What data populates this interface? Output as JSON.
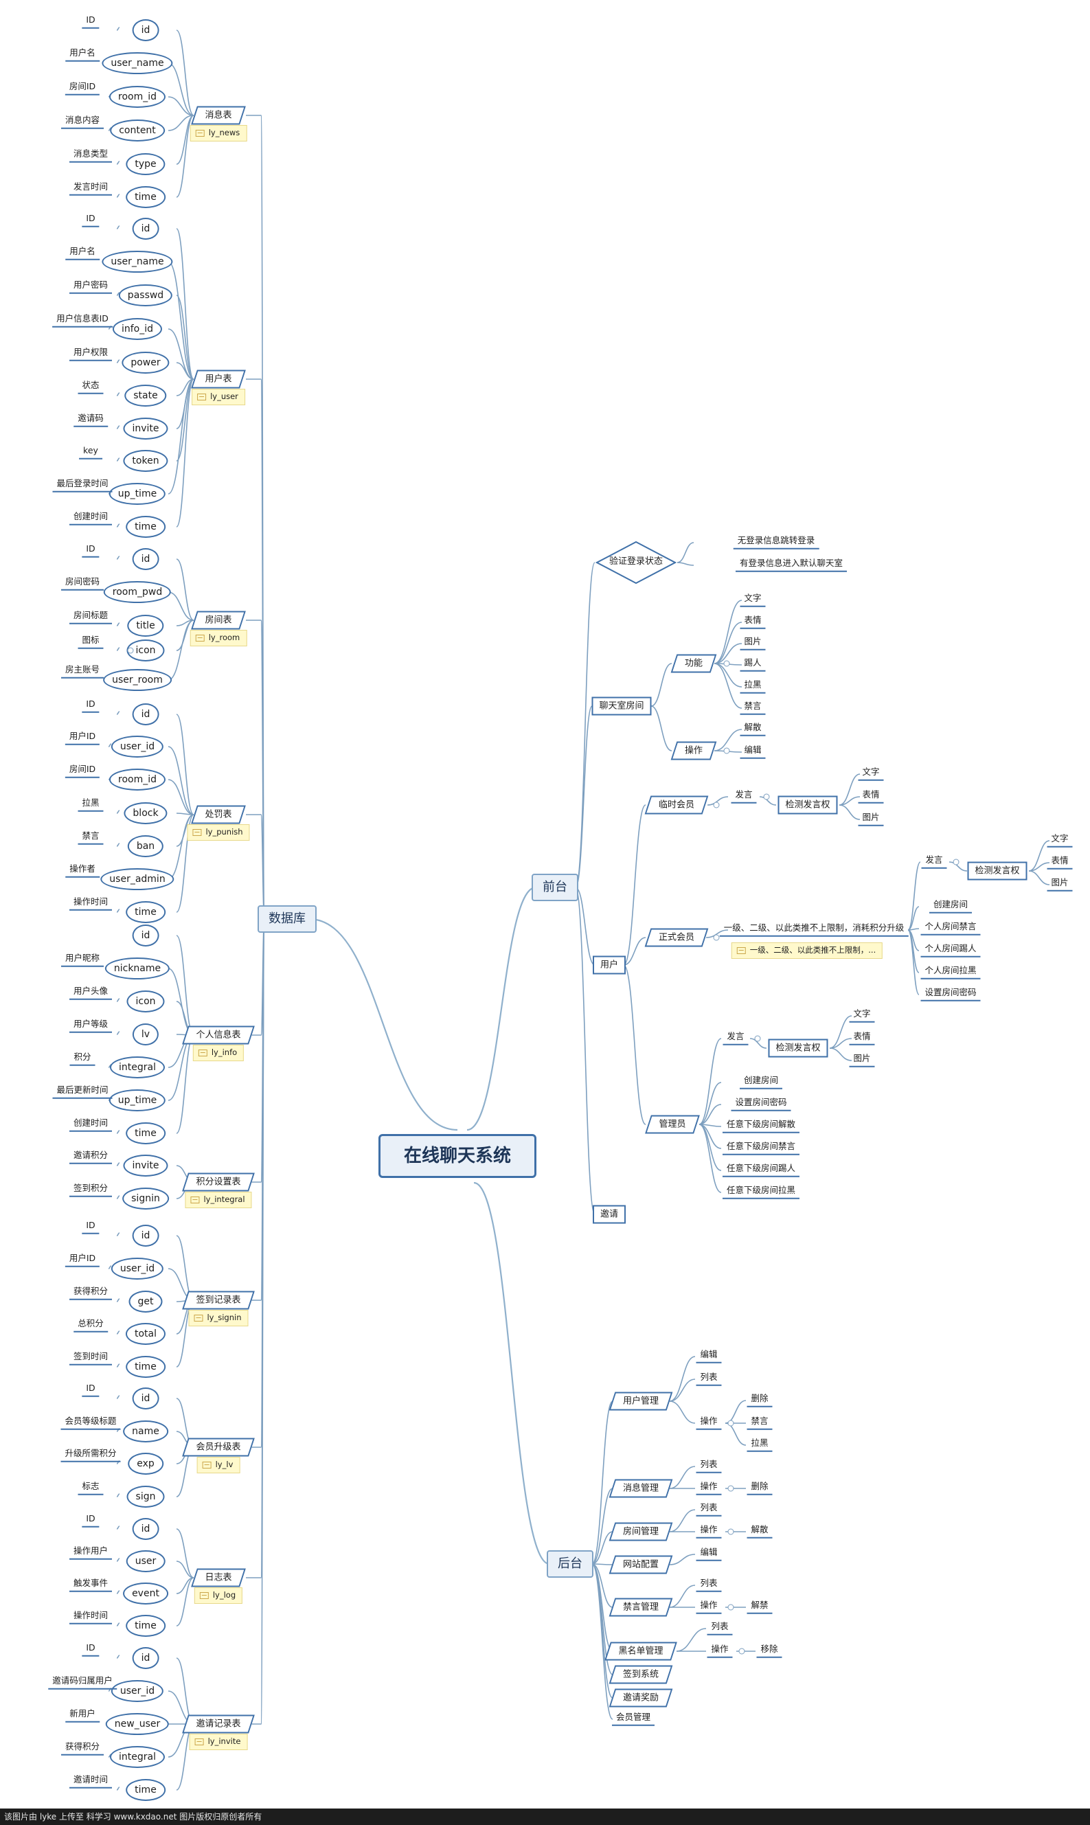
{
  "root": {
    "label": "在线聊天系统"
  },
  "branches": {
    "database": "数据库",
    "frontend": "前台",
    "backend": "后台"
  },
  "tables": [
    {
      "name": "消息表",
      "table": "ly_news",
      "fields": [
        [
          "ID",
          "id"
        ],
        [
          "用户名",
          "user_name"
        ],
        [
          "房间ID",
          "room_id"
        ],
        [
          "消息内容",
          "content"
        ],
        [
          "消息类型",
          "type"
        ],
        [
          "发言时间",
          "time"
        ]
      ]
    },
    {
      "name": "用户表",
      "table": "ly_user",
      "fields": [
        [
          "ID",
          "id"
        ],
        [
          "用户名",
          "user_name"
        ],
        [
          "用户密码",
          "passwd"
        ],
        [
          "用户信息表ID",
          "info_id"
        ],
        [
          "用户权限",
          "power"
        ],
        [
          "状态",
          "state"
        ],
        [
          "邀请码",
          "invite"
        ],
        [
          "key",
          "token"
        ],
        [
          "最后登录时间",
          "up_time"
        ],
        [
          "创建时间",
          "time"
        ]
      ]
    },
    {
      "name": "房间表",
      "table": "ly_room",
      "fields": [
        [
          "ID",
          "id"
        ],
        [
          "房间密码",
          "room_pwd"
        ],
        [
          "房间标题",
          "title"
        ],
        [
          "图标",
          "icon"
        ],
        [
          "房主账号",
          "user_room"
        ]
      ]
    },
    {
      "name": "处罚表",
      "table": "ly_punish",
      "fields": [
        [
          "ID",
          "id"
        ],
        [
          "用户ID",
          "user_id"
        ],
        [
          "房间ID",
          "room_id"
        ],
        [
          "拉黑",
          "block"
        ],
        [
          "禁言",
          "ban"
        ],
        [
          "操作者",
          "user_admin"
        ],
        [
          "操作时间",
          "time"
        ]
      ]
    },
    {
      "name": "个人信息表",
      "table": "ly_info",
      "fields": [
        [
          "",
          "id"
        ],
        [
          "用户昵称",
          "nickname"
        ],
        [
          "用户头像",
          "icon"
        ],
        [
          "用户等级",
          "lv"
        ],
        [
          "积分",
          "integral"
        ],
        [
          "最后更新时间",
          "up_time"
        ],
        [
          "创建时间",
          "time"
        ]
      ]
    },
    {
      "name": "积分设置表",
      "table": "ly_integral",
      "fields": [
        [
          "邀请积分",
          "invite"
        ],
        [
          "签到积分",
          "signin"
        ]
      ]
    },
    {
      "name": "签到记录表",
      "table": "ly_signin",
      "fields": [
        [
          "ID",
          "id"
        ],
        [
          "用户ID",
          "user_id"
        ],
        [
          "获得积分",
          "get"
        ],
        [
          "总积分",
          "total"
        ],
        [
          "签到时间",
          "time"
        ]
      ]
    },
    {
      "name": "会员升级表",
      "table": "ly_lv",
      "fields": [
        [
          "ID",
          "id"
        ],
        [
          "会员等级标题",
          "name"
        ],
        [
          "升级所需积分",
          "exp"
        ],
        [
          "标志",
          "sign"
        ]
      ]
    },
    {
      "name": "日志表",
      "table": "ly_log",
      "fields": [
        [
          "ID",
          "id"
        ],
        [
          "操作用户",
          "user"
        ],
        [
          "触发事件",
          "event"
        ],
        [
          "操作时间",
          "time"
        ]
      ]
    },
    {
      "name": "邀请记录表",
      "table": "ly_invite",
      "fields": [
        [
          "ID",
          "id"
        ],
        [
          "邀请码归属用户",
          "user_id"
        ],
        [
          "新用户",
          "new_user"
        ],
        [
          "获得积分",
          "integral"
        ],
        [
          "邀请时间",
          "time"
        ]
      ]
    }
  ],
  "front": {
    "verify": "验证登录状态",
    "verify_children": [
      "无登录信息跳转登录",
      "有登录信息进入默认聊天室"
    ],
    "chatroom": "聊天室房间",
    "function": "功能",
    "function_items": [
      "文字",
      "表情",
      "图片",
      "踢人",
      "拉黑",
      "禁言"
    ],
    "operation": "操作",
    "operation_items": [
      "解散",
      "编辑"
    ],
    "user": "用户",
    "temp_member": "临时会员",
    "speak": "发言",
    "check_speak": "检测发言权",
    "speak_types": [
      "文字",
      "表情",
      "图片"
    ],
    "formal_member": "正式会员",
    "upgrade_rule": "一级、二级、以此类推不上限制，消耗积分升级",
    "upgrade_note": "一级、二级、以此类推不上限制，...",
    "formal_items": [
      "创建房间",
      "个人房间禁言",
      "个人房间踢人",
      "个人房间拉黑",
      "设置房间密码"
    ],
    "admin": "管理员",
    "admin_items": [
      "创建房间",
      "设置房间密码",
      "任意下级房间解散",
      "任意下级房间禁言",
      "任意下级房间踢人",
      "任意下级房间拉黑"
    ],
    "invite": "邀请"
  },
  "back": {
    "user_mgmt": "用户管理",
    "edit": "编辑",
    "list": "列表",
    "operation": "操作",
    "delete": "删除",
    "ban": "禁言",
    "block": "拉黑",
    "msg_mgmt": "消息管理",
    "room_mgmt": "房间管理",
    "dissolve": "解散",
    "site_config": "网站配置",
    "ban_mgmt": "禁言管理",
    "unban": "解禁",
    "blacklist_mgmt": "黑名单管理",
    "remove": "移除",
    "signin_system": "签到系统",
    "invite_reward": "邀请奖励",
    "member_mgmt": "会员管理"
  },
  "footer": "该图片由 lyke 上传至 科学习 www.kxdao.net 图片版权归原创者所有"
}
